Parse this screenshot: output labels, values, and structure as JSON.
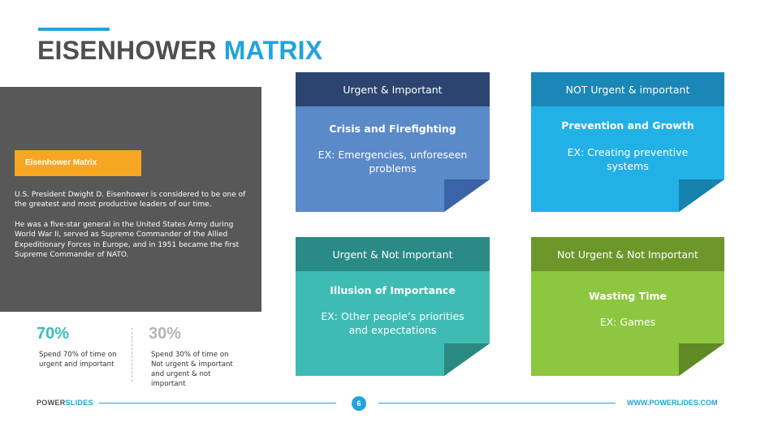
{
  "title": {
    "part1": "EISENHOWER",
    "part2": "MATRIX"
  },
  "left_panel": {
    "badge": "Eisenhower Matrix",
    "paragraph1": "U.S. President Dwight D. Eisenhower is considered to be one of the greatest and most productive leaders of our time.",
    "paragraph2": "He was a five-star general in the United States Army during World War II, served as Supreme Commander of the Allied Expeditionary Forces in Europe, and in 1951 became the first Supreme Commander of NATO."
  },
  "stats": [
    {
      "percent": "70%",
      "description": "Spend 70% of time on urgent and important"
    },
    {
      "percent": "30%",
      "description": "Spend 30% of time on Not urgent & important and urgent & not important"
    }
  ],
  "quadrants": [
    {
      "header": "Urgent & Important",
      "title": "Crisis and Firefighting",
      "description": "EX: Emergencies, unforeseen problems"
    },
    {
      "header": "NOT Urgent & important",
      "title": "Prevention and Growth",
      "description": "EX: Creating preventive systems"
    },
    {
      "header": "Urgent & Not Important",
      "title": "Illusion of Importance",
      "description": "EX: Other people’s priorities and expectations"
    },
    {
      "header": "Not Urgent & Not Important",
      "title": "Wasting Time",
      "description": "EX: Games"
    }
  ],
  "colors": {
    "accent": "#21a4dc",
    "title_dark": "#4f4f4f",
    "panel": "#585858",
    "badge": "#f6a623",
    "q1_header": "#2c4570",
    "q1_body": "#5b8ac9",
    "q2_header": "#1b87b6",
    "q2_body": "#22b1e7",
    "q3_header": "#2a8a85",
    "q3_body": "#3ebcb4",
    "q4_header": "#6d962a",
    "q4_body": "#8dc63f"
  },
  "footer": {
    "brand_part1": "POWER",
    "brand_part2": "SLIDES",
    "page_number": "6",
    "website": "WWW.POWERLIDES.COM"
  }
}
